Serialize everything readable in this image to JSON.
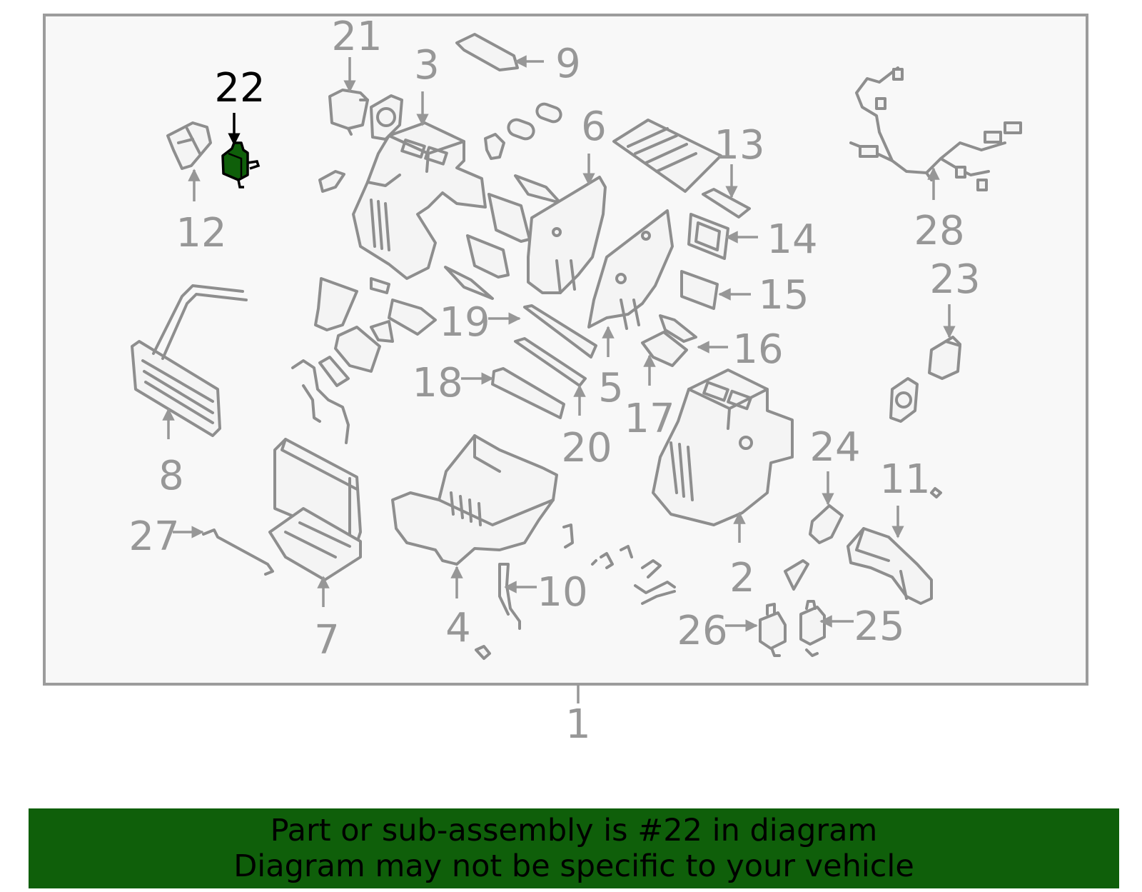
{
  "diagram": {
    "frame_fill": "#f8f8f8",
    "frame_stroke": "#9c9c9c",
    "callout_color": "#979797",
    "highlight_color": "#0f5f0a",
    "highlight_text_color": "#000000",
    "highlighted_part": "22",
    "callouts": {
      "c1": "1",
      "c2": "2",
      "c3": "3",
      "c4": "4",
      "c5": "5",
      "c6": "6",
      "c7": "7",
      "c8": "8",
      "c9": "9",
      "c10": "10",
      "c11": "11",
      "c12": "12",
      "c13": "13",
      "c14": "14",
      "c15": "15",
      "c16": "16",
      "c17": "17",
      "c18": "18",
      "c19": "19",
      "c20": "20",
      "c21": "21",
      "c22": "22",
      "c23": "23",
      "c24": "24",
      "c25": "25",
      "c26": "26",
      "c27": "27",
      "c28": "28"
    }
  },
  "banner": {
    "line1": "Part or sub-assembly is #22 in diagram",
    "line2": "Diagram may not be specific to your vehicle",
    "background": "#0f5f0a"
  }
}
